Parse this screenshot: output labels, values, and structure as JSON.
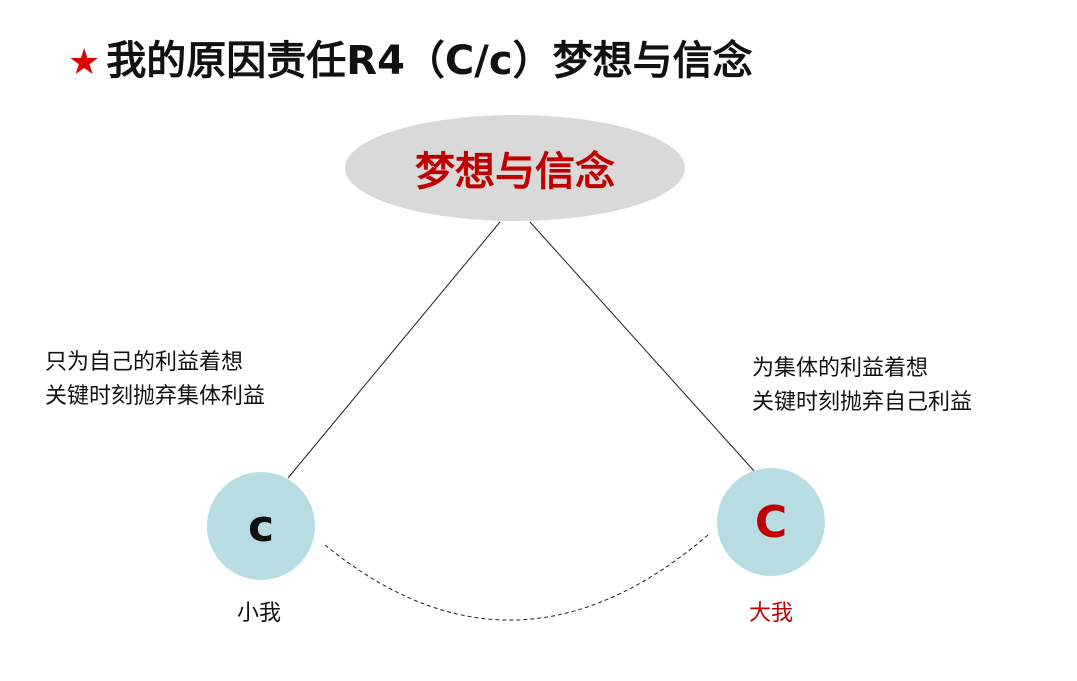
{
  "title": {
    "star": "★",
    "text": "我的原因责任R4（C/c）梦想与信念"
  },
  "top_node": "梦想与信念",
  "left": {
    "letter": "c",
    "label": "小我",
    "desc": [
      "只为自己的利益着想",
      "关键时刻抛弃集体利益"
    ]
  },
  "right": {
    "letter": "C",
    "label": "大我",
    "desc": [
      "为集体的利益着想",
      "关键时刻抛弃自己利益"
    ]
  },
  "colors": {
    "accent": "#c00000",
    "circle": "#b7dde2",
    "ellipse": "#d9d9d9"
  }
}
